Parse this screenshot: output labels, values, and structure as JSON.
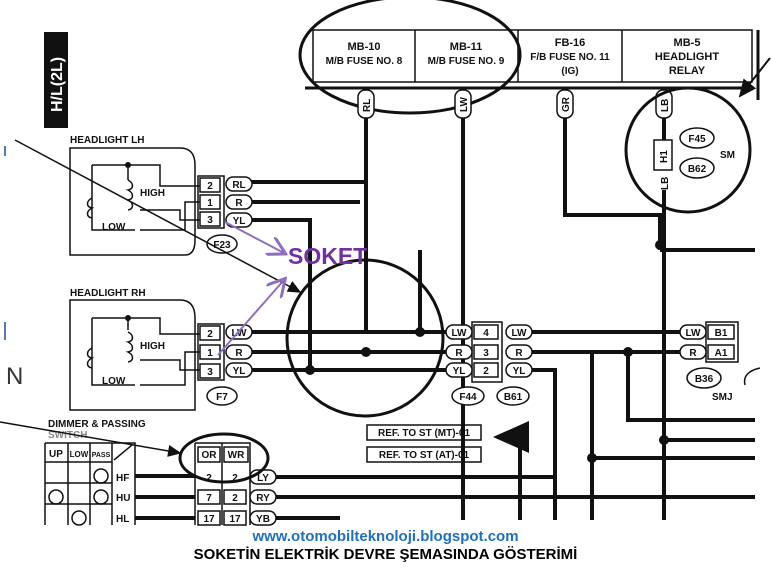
{
  "section_tab": "H/L(2L)",
  "fuse_boxes": [
    {
      "id": "MB-10",
      "label": "M/B FUSE NO. 8"
    },
    {
      "id": "MB-11",
      "label": "M/B FUSE NO. 9"
    },
    {
      "id": "FB-16",
      "label": "F/B FUSE NO. 11",
      "sub": "(IG)"
    },
    {
      "id": "MB-5",
      "label": "HEADLIGHT",
      "sub": "RELAY"
    }
  ],
  "top_wire_tags": [
    "RL",
    "LW",
    "GR",
    "LB"
  ],
  "relay_detail": {
    "pin": "H1",
    "wire_top": "LB",
    "wire_bottom": "LB",
    "connectors": [
      "F45",
      "B62"
    ],
    "unit": "SM"
  },
  "headlight_lh": {
    "title": "HEADLIGHT LH",
    "high": "HIGH",
    "low": "LOW",
    "pins": [
      "2",
      "1",
      "3"
    ],
    "wires": [
      "RL",
      "R",
      "YL"
    ],
    "connector": "F23"
  },
  "headlight_rh": {
    "title": "HEADLIGHT RH",
    "high": "HIGH",
    "low": "LOW",
    "pins": [
      "2",
      "1",
      "3"
    ],
    "wires": [
      "LW",
      "R",
      "YL"
    ],
    "connector": "F7"
  },
  "annotation": {
    "label": "SOKET",
    "color": "#7030a0"
  },
  "mid_connector": {
    "wires_in": [
      "LW",
      "R",
      "YL"
    ],
    "pins": [
      "4",
      "3",
      "2"
    ],
    "wires_out": [
      "LW",
      "R",
      "YL"
    ],
    "connectors": [
      "F44",
      "B61"
    ]
  },
  "right_connector": {
    "wires": [
      "LW",
      "R"
    ],
    "pins": [
      "B1",
      "A1"
    ],
    "connector": "B36",
    "unit": "SMJ"
  },
  "refs": [
    "REF. TO ST (MT)-01",
    "REF. TO ST (AT)-01"
  ],
  "dimmer": {
    "title": "DIMMER & PASSING",
    "title2": "SWITCH",
    "cols": [
      "UP",
      "LOW",
      "PASS"
    ],
    "rows": [
      "HF",
      "HU",
      "HL"
    ]
  },
  "switch_connector": {
    "cols": [
      "OR",
      "WR"
    ],
    "rows": [
      [
        "2",
        "2",
        "LY"
      ],
      [
        "7",
        "2",
        "RY"
      ],
      [
        "17",
        "17",
        "YB"
      ]
    ]
  },
  "side_letter": "N",
  "footer": {
    "url": "www.otomobilteknoloji.blogspot.com",
    "caption": "SOKETİN ELEKTRİK DEVRE ŞEMASINDA GÖSTERİMİ",
    "url_color": "#1f6fbf"
  }
}
